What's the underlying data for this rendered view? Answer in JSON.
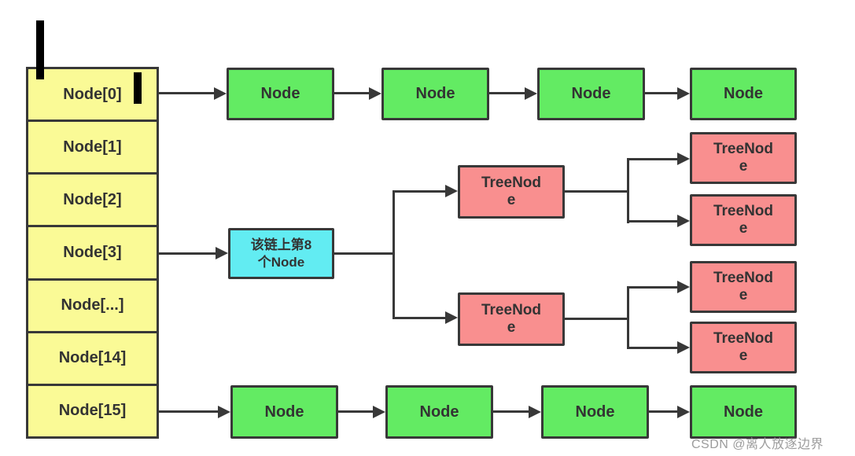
{
  "diagram": {
    "array": {
      "cells": [
        {
          "label": "Node[0]"
        },
        {
          "label": "Node[1]"
        },
        {
          "label": "Node[2]"
        },
        {
          "label": "Node[3]"
        },
        {
          "label": "Node[...]"
        },
        {
          "label": "Node[14]"
        },
        {
          "label": "Node[15]"
        }
      ]
    },
    "top_chain": {
      "nodes": [
        "Node",
        "Node",
        "Node",
        "Node"
      ]
    },
    "bottom_chain": {
      "nodes": [
        "Node",
        "Node",
        "Node",
        "Node"
      ]
    },
    "tree": {
      "note_lines": [
        "该链上第8",
        "个Node"
      ],
      "level1": [
        "TreeNode",
        "TreeNode"
      ],
      "level2": [
        "TreeNode",
        "TreeNode",
        "TreeNode",
        "TreeNode"
      ]
    },
    "colors": {
      "array_fill": "#FAFA96",
      "node_fill": "#63EB63",
      "treenode_fill": "#F98F8F",
      "note_fill": "#62ECF2",
      "line": "#383838",
      "text": "#333333",
      "watermark": "#9C9C9C"
    },
    "watermark": "CSDN @离人放逐边界"
  }
}
